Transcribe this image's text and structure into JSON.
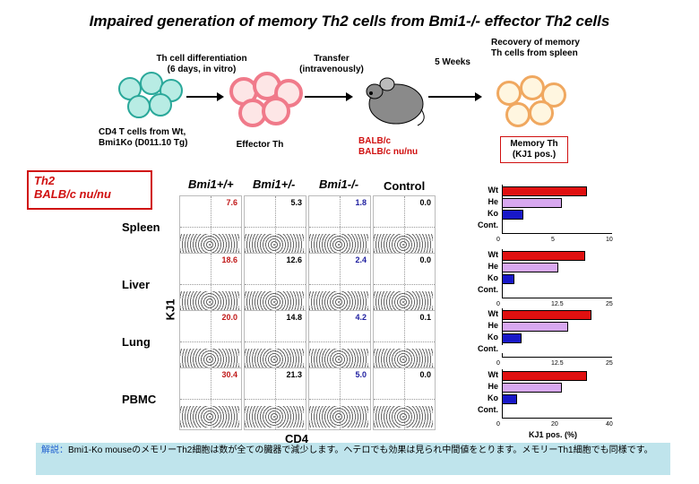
{
  "title": "Impaired generation of memory Th2 cells from Bmi1-/- effector Th2 cells",
  "steps": {
    "start_label": "CD4 T cells from Wt, Bmi1Ko (D011.10 Tg)",
    "diff_label_1": "Th cell differentiation",
    "diff_label_2": "(6 days, in vitro)",
    "effector_label": "Effector Th",
    "transfer_label_1": "Transfer",
    "transfer_label_2": "(intravenously)",
    "mice_label_1": "BALB/c",
    "mice_label_2": "BALB/c nu/nu",
    "weeks_label": "5 Weeks",
    "recovery_label": "Recovery of memory Th cells from spleen",
    "memory_label_1": "Memory Th",
    "memory_label_2": "(KJ1 pos.)"
  },
  "condition_box": {
    "line1": "Th2",
    "line2": "BALB/c nu/nu"
  },
  "columns": [
    "Bmi1+/+",
    "Bmi1+/-",
    "Bmi1-/-",
    "Control"
  ],
  "rows": [
    {
      "name": "Spleen",
      "values": [
        "7.6",
        "5.3",
        "1.8",
        "0.0"
      ]
    },
    {
      "name": "Liver",
      "values": [
        "18.6",
        "12.6",
        "2.4",
        "0.0"
      ]
    },
    {
      "name": "Lung",
      "values": [
        "20.0",
        "14.8",
        "4.2",
        "0.1"
      ]
    },
    {
      "name": "PBMC",
      "values": [
        "30.4",
        "21.3",
        "5.0",
        "0.0"
      ]
    }
  ],
  "axis_y_label": "KJ1",
  "axis_x_label": "CD4",
  "value_colors": [
    "#c01818",
    "#000000",
    "#2020a0",
    "#000000"
  ],
  "chart_data": [
    {
      "type": "bar",
      "categories": [
        "Wt",
        "He",
        "Ko",
        "Cont."
      ],
      "values": [
        7.6,
        5.3,
        1.8,
        0.0
      ],
      "xlim": [
        0,
        10
      ],
      "ticks": [
        "0",
        "5",
        "10"
      ]
    },
    {
      "type": "bar",
      "categories": [
        "Wt",
        "He",
        "Ko",
        "Cont."
      ],
      "values": [
        18.6,
        12.6,
        2.4,
        0.0
      ],
      "xlim": [
        0,
        25
      ],
      "ticks": [
        "0",
        "12.5",
        "25"
      ]
    },
    {
      "type": "bar",
      "categories": [
        "Wt",
        "He",
        "Ko",
        "Cont."
      ],
      "values": [
        20.0,
        14.8,
        4.2,
        0.1
      ],
      "xlim": [
        0,
        25
      ],
      "ticks": [
        "0",
        "12.5",
        "25"
      ]
    },
    {
      "type": "bar",
      "categories": [
        "Wt",
        "He",
        "Ko",
        "Cont."
      ],
      "values": [
        30.4,
        21.3,
        5.0,
        0.0
      ],
      "xlim": [
        0,
        40
      ],
      "ticks": [
        "0",
        "20",
        "40"
      ],
      "xlabel": "KJ1 pos. (%)"
    }
  ],
  "bar_colors": [
    "#e01010",
    "#d8a8f0",
    "#1818c8",
    "#ffffff"
  ],
  "note": {
    "label": "解説：",
    "text": "Bmi1-Ko mouseのメモリーTh2細胞は数が全ての臓器で減少します。ヘテロでも効果は見られ中間値をとります。メモリーTh1細胞でも同様です。"
  }
}
